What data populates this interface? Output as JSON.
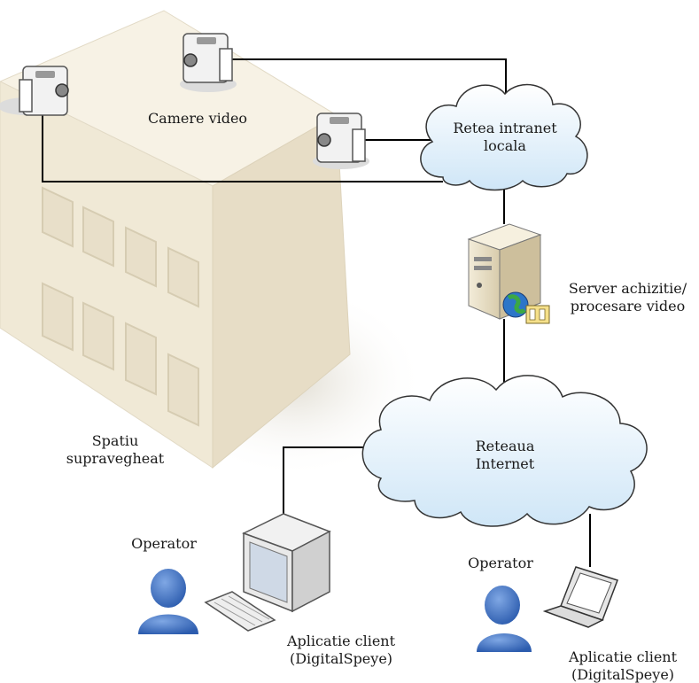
{
  "labels": {
    "cameras": "Camere video",
    "intranet": [
      "Retea intranet",
      "locala"
    ],
    "server": [
      "Server achizitie/",
      "procesare video"
    ],
    "monitored_space": [
      "Spatiu",
      "supravegheat"
    ],
    "internet": [
      "Reteaua",
      "Internet"
    ],
    "operator_left": "Operator",
    "operator_right": "Operator",
    "client_app_left": [
      "Aplicatie client",
      "(DigitalSpeye)"
    ],
    "client_app_right": [
      "Aplicatie client",
      "(DigitalSpeye)"
    ]
  },
  "colors": {
    "building_top": "#f6f1e4",
    "building_left": "#efe7d3",
    "building_right": "#e6dcc4",
    "cloud_fill": "#e3f1fb",
    "person": "#3f73c6",
    "line": "#000000"
  },
  "icons": [
    "camera-icon",
    "server-icon",
    "globe-icon",
    "monitor-icon",
    "keyboard-icon",
    "laptop-icon",
    "person-icon",
    "cloud-icon",
    "building-icon"
  ]
}
